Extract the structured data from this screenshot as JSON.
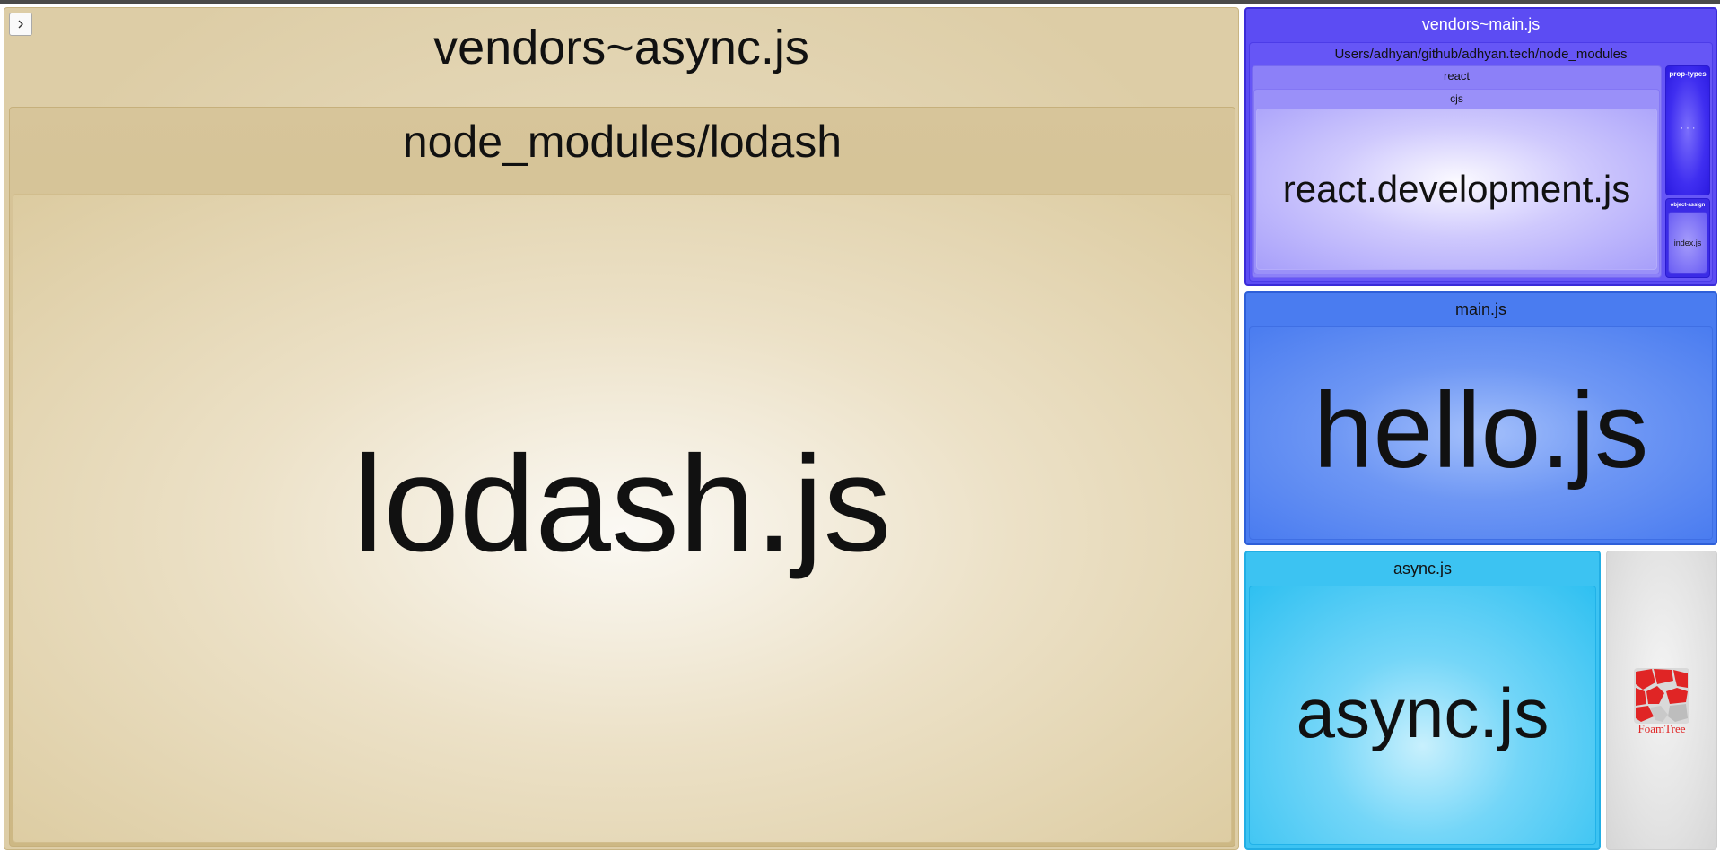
{
  "toolbar": {
    "sidebar_toggle_icon": "chevron-right-icon"
  },
  "groups": {
    "vendors_async": {
      "label": "vendors~async.js",
      "lodash_dir": {
        "label": "node_modules/lodash",
        "file": {
          "label": "lodash.js"
        }
      }
    },
    "vendors_main": {
      "label": "vendors~main.js",
      "node_modules": {
        "label": "Users/adhyan/github/adhyan.tech/node_modules",
        "react": {
          "label": "react",
          "cjs": {
            "label": "cjs",
            "file": {
              "label": "react.development.js"
            }
          }
        },
        "prop_types": {
          "label": "prop-types",
          "ellipsis": "· · ·"
        },
        "object_assign": {
          "label": "object-assign",
          "file": {
            "label": "index.js"
          }
        }
      }
    },
    "main": {
      "label": "main.js",
      "file": {
        "label": "hello.js"
      }
    },
    "async": {
      "label": "async.js",
      "file": {
        "label": "async.js"
      }
    }
  },
  "branding": {
    "name": "FoamTree",
    "color": "#e02525"
  },
  "colors": {
    "vendors_async": "#ddcda6",
    "vendors_main": "#5c4cf3",
    "main": "#4a7cf0",
    "async": "#3cc3f2"
  }
}
